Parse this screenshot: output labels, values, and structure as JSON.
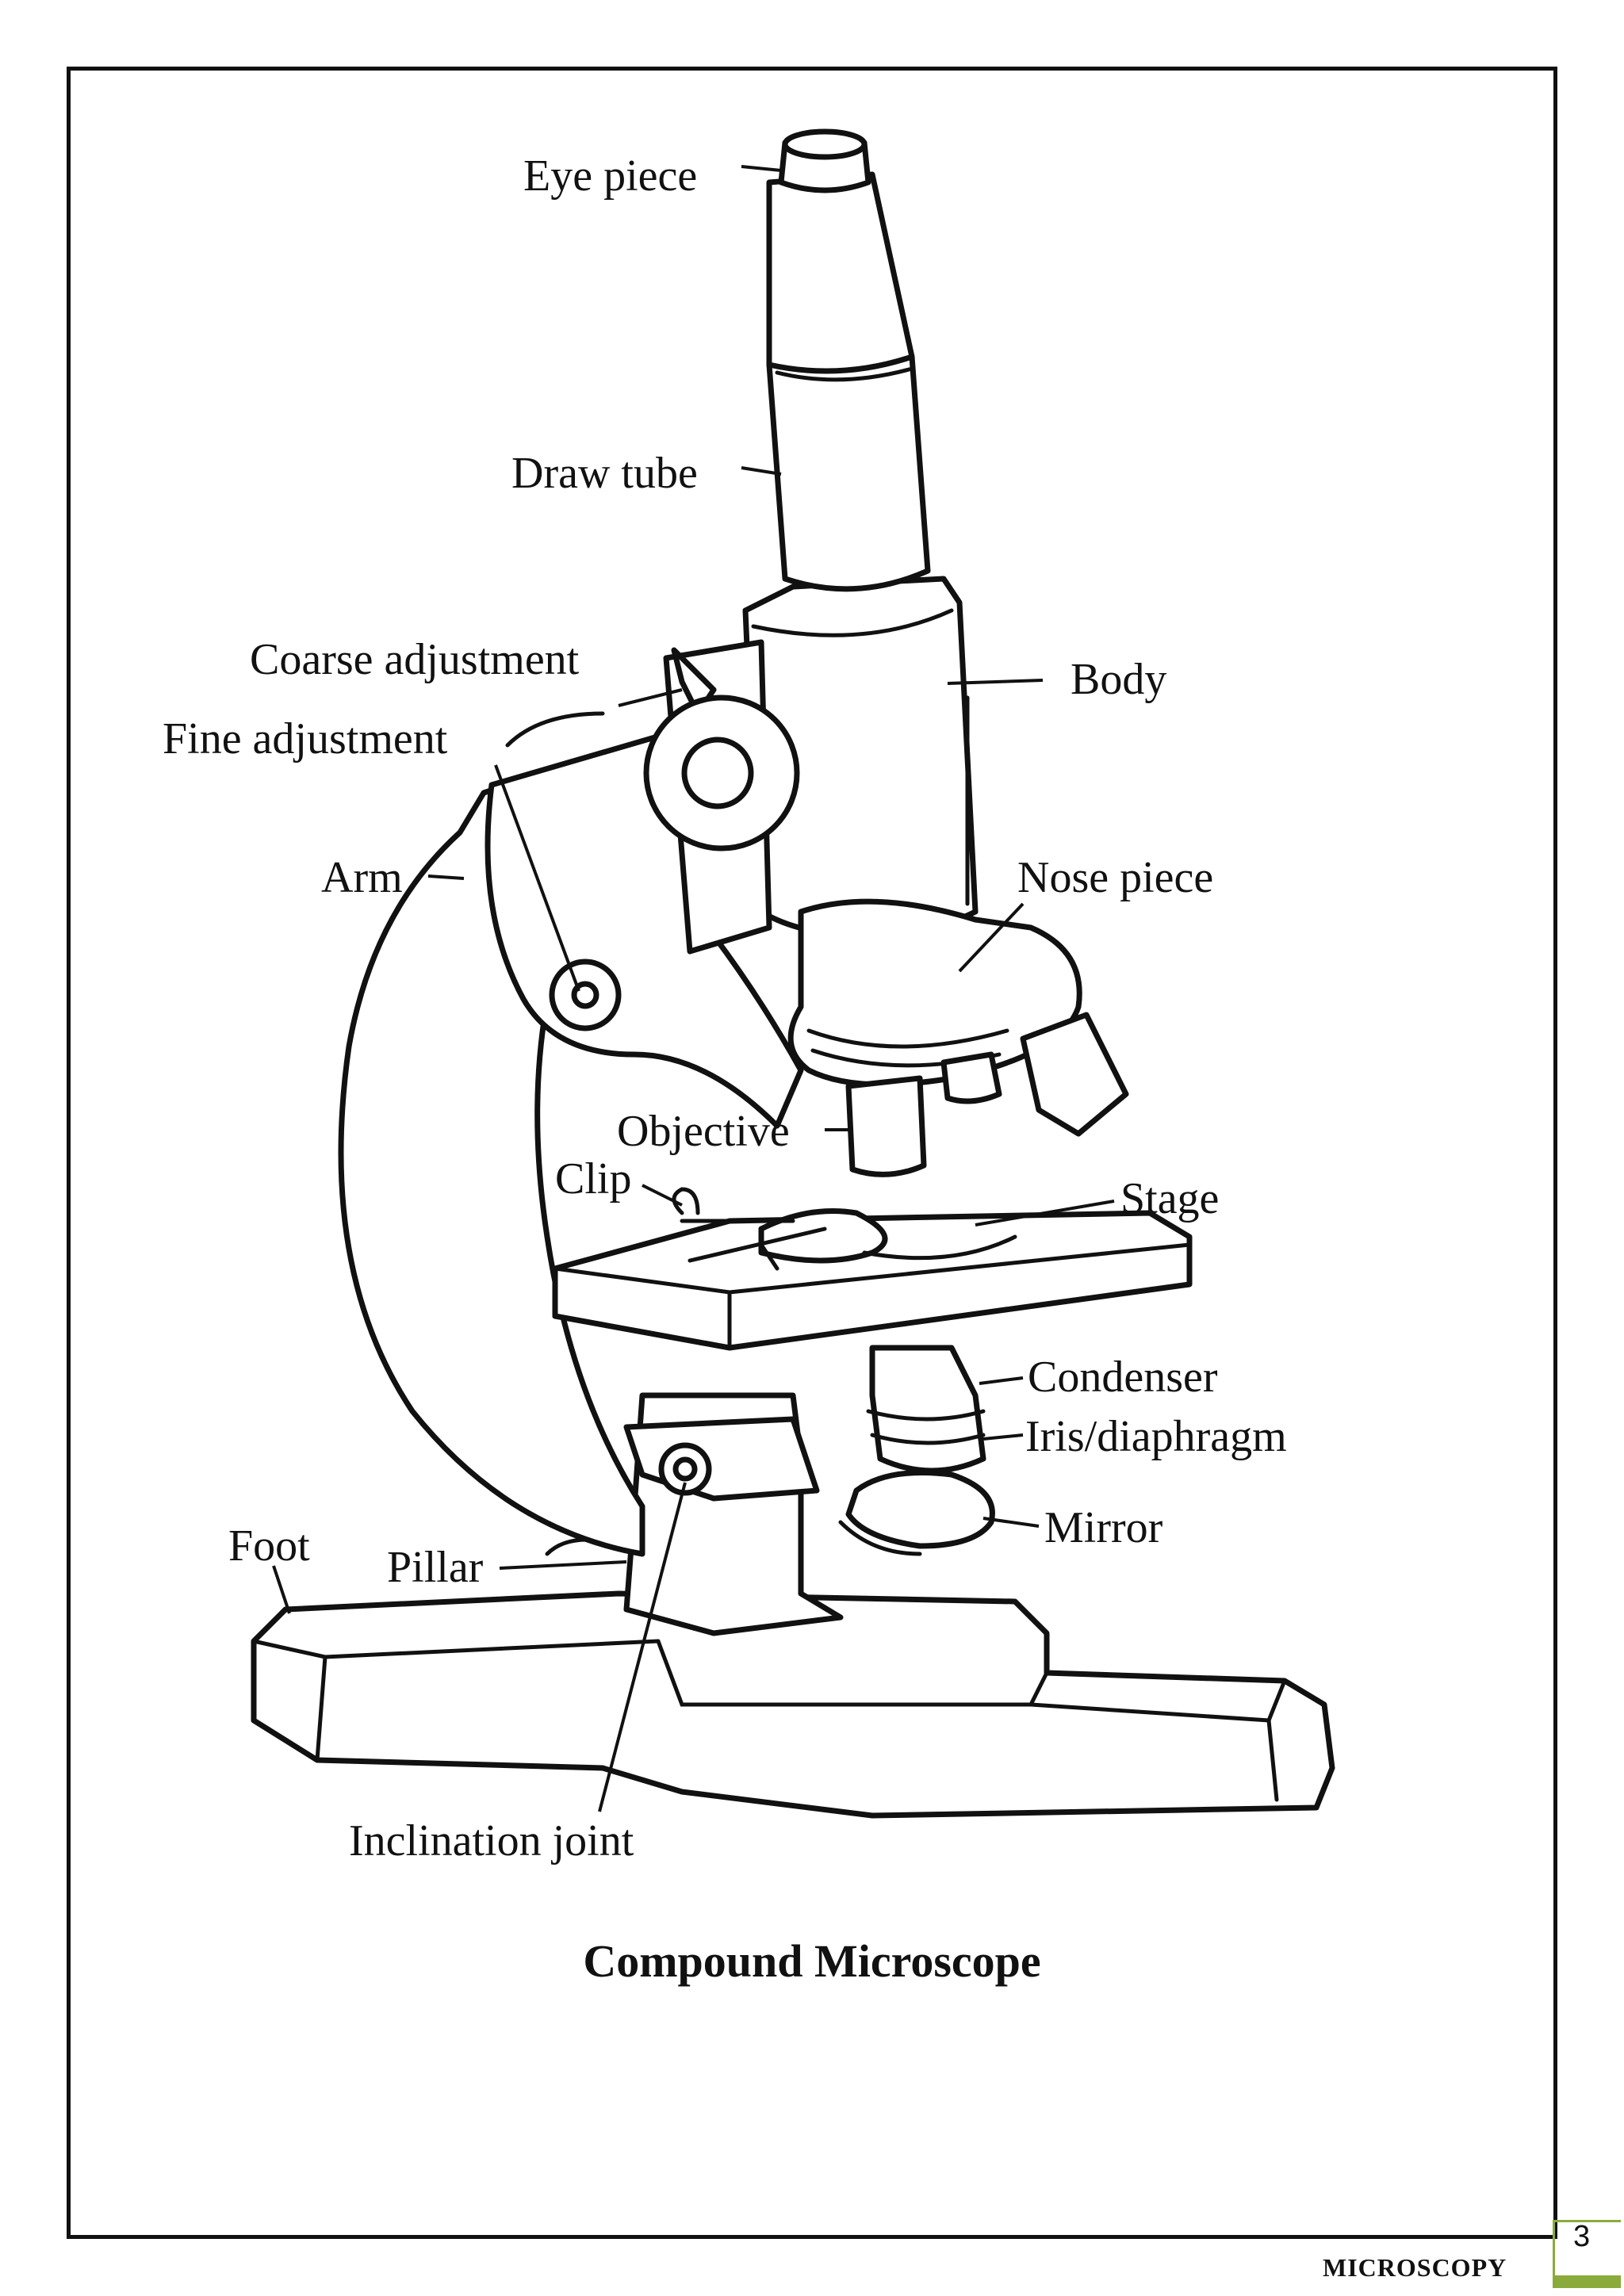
{
  "diagram": {
    "caption": "Compound Microscope",
    "labels": {
      "eye_piece": "Eye piece",
      "draw_tube": "Draw tube",
      "coarse_adjustment": "Coarse adjustment",
      "fine_adjustment": "Fine adjustment",
      "body": "Body",
      "arm": "Arm",
      "nose_piece": "Nose piece",
      "objective": "Objective",
      "clip": "Clip",
      "stage": "Stage",
      "condenser": "Condenser",
      "iris_diaphragm": "Iris/diaphragm",
      "mirror": "Mirror",
      "foot": "Foot",
      "pillar": "Pillar",
      "inclination_joint": "Inclination joint"
    }
  },
  "footer": {
    "title": "MICROSCOPY",
    "page_number": "3",
    "accent_color": "#8aab3c"
  }
}
